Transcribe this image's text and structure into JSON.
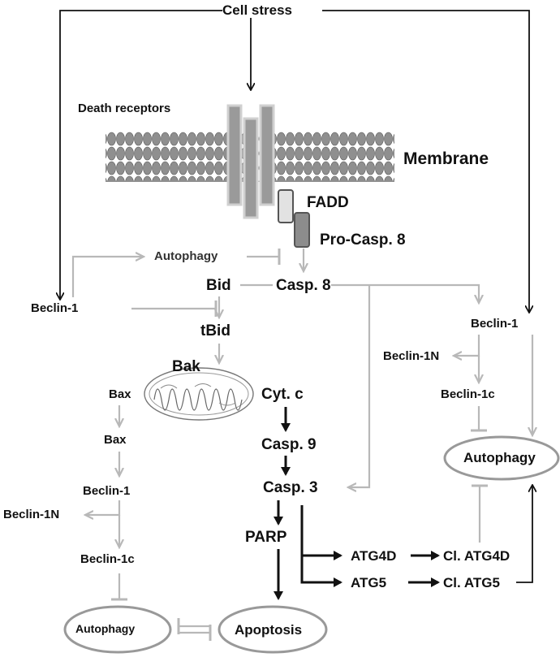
{
  "diagram": {
    "cell_stress": "Cell stress",
    "death_receptors": "Death receptors",
    "membrane": "Membrane",
    "fadd": "FADD",
    "pro_casp8": "Pro-Casp. 8",
    "autophagy_top": "Autophagy",
    "bid": "Bid",
    "casp8": "Casp. 8",
    "beclin1_left": "Beclin-1",
    "tbid": "tBid",
    "bak": "Bak",
    "bax_1": "Bax",
    "bax_2": "Bax",
    "cytc": "Cyt. c",
    "casp9": "Casp. 9",
    "casp3": "Casp. 3",
    "parp": "PARP",
    "beclin1_lower_left": "Beclin-1",
    "beclin1n_left": "Beclin-1N",
    "beclin1c_left": "Beclin-1c",
    "autophagy_bottom": "Autophagy",
    "apoptosis": "Apoptosis",
    "beclin1_right": "Beclin-1",
    "beclin1n_right": "Beclin-1N",
    "beclin1c_right": "Beclin-1c",
    "autophagy_right": "Autophagy",
    "atg4d": "ATG4D",
    "cl_atg4d": "Cl. ATG4D",
    "atg5": "ATG5",
    "cl_atg5": "Cl. ATG5"
  },
  "colors": {
    "black_path": "#111111",
    "gray_path": "#b8b8b8",
    "membrane_fill": "#8f8f8f",
    "receptor_fill": "#9a9a9a",
    "fadd_fill": "#e2e2e2",
    "procasp_fill": "#8c8c8c",
    "oval_stroke": "#999999"
  }
}
